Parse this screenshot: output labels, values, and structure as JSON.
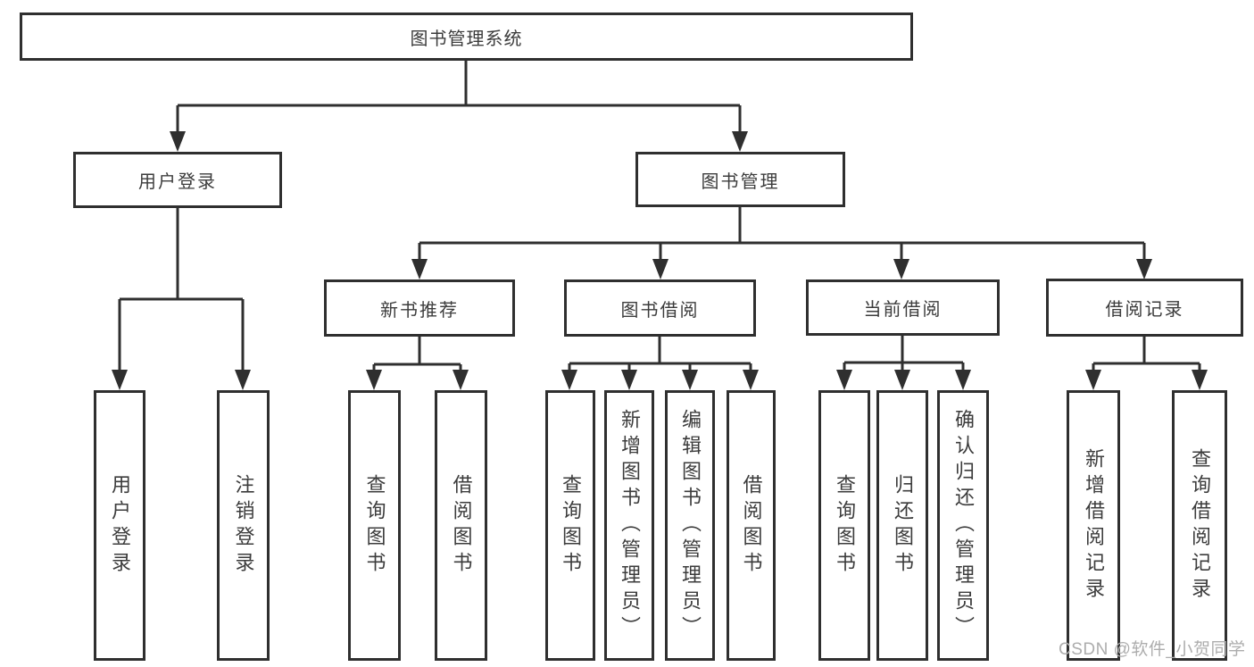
{
  "tree": {
    "label": "图书管理系统",
    "children": [
      {
        "label": "用户登录",
        "children": [
          {
            "label": "用户登录"
          },
          {
            "label": "注销登录"
          }
        ]
      },
      {
        "label": "图书管理",
        "children": [
          {
            "label": "新书推荐",
            "children": [
              {
                "label": "查询图书"
              },
              {
                "label": "借阅图书"
              }
            ]
          },
          {
            "label": "图书借阅",
            "children": [
              {
                "label": "查询图书"
              },
              {
                "label": "新增图书（管理员）"
              },
              {
                "label": "编辑图书（管理员）"
              },
              {
                "label": "借阅图书"
              }
            ]
          },
          {
            "label": "当前借阅",
            "children": [
              {
                "label": "查询图书"
              },
              {
                "label": "归还图书"
              },
              {
                "label": "确认归还（管理员）"
              }
            ]
          },
          {
            "label": "借阅记录",
            "children": [
              {
                "label": "新增借阅记录"
              },
              {
                "label": "查询借阅记录"
              }
            ]
          }
        ]
      }
    ]
  },
  "watermark": "CSDN @软件_小贺同学",
  "colors": {
    "line": "#2f2f2f",
    "text": "#3c3c3c",
    "watermark": "#adadad",
    "bg": "#ffffff"
  }
}
